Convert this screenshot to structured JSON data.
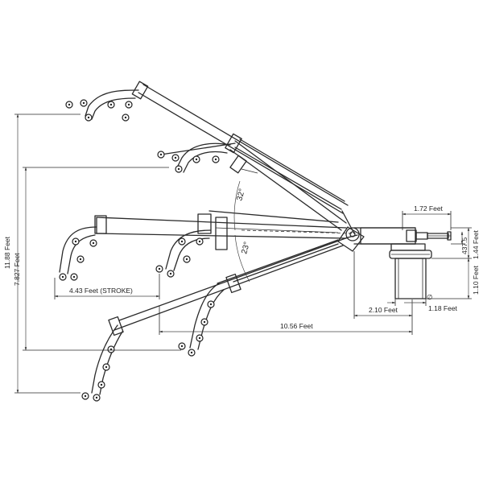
{
  "dimensions": {
    "total_height": "11.88 Feet",
    "mid_height": "7.827 Feet",
    "stroke": "4.43 Feet (STROKE)",
    "reach": "10.56 Feet",
    "base_offset": "2.10 Feet",
    "diameter_symbol": "∅",
    "base_diameter": "1.18 Feet",
    "top_length": "1.72 Feet",
    "right_height": "1.44 Feet",
    "right_small": "437.5",
    "base_height": "1.10 Feet"
  },
  "angles": {
    "upper": "32°",
    "lower": "23°"
  },
  "colors": {
    "line": "#2a2a2a",
    "background": "#ffffff"
  }
}
